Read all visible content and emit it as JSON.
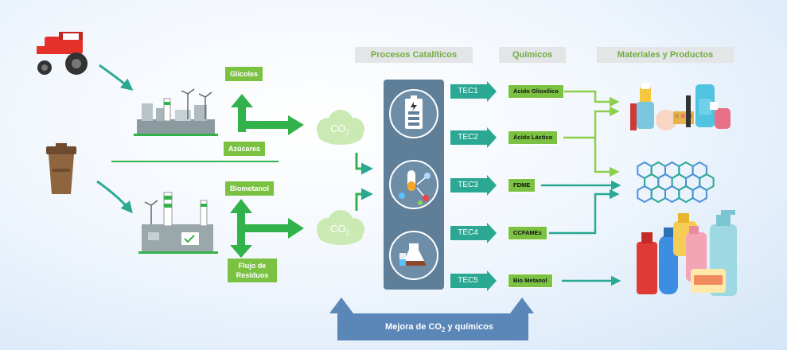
{
  "headers": {
    "procesos": "Procesos Catalíticos",
    "quimicos": "Químicos",
    "materiales": "Materiales y Productos"
  },
  "inputs": {
    "glicoles": "Glicoles",
    "azucares": "Azúcares",
    "biometanol": "Biometanol",
    "flujo": "Flujo de Residuos"
  },
  "co2": {
    "main": "CO",
    "sub": "2"
  },
  "technologies": [
    "TEC1",
    "TEC2",
    "TEC3",
    "TEC4",
    "TEC5"
  ],
  "chemicals": [
    "Ácido Glioxílico",
    "Ácido Láctico",
    "FDME",
    "CCFAMEs",
    "Bio Metanol"
  ],
  "bottom": {
    "before": "Mejora de CO",
    "sub": "2",
    "after": " y químicos"
  },
  "colors": {
    "green": "#7cc242",
    "dark_green": "#32b24a",
    "teal": "#2aa893",
    "panel": "#5f7f99",
    "feedback_arrow": "#5b86b8",
    "header_bg": "#e3e5e6",
    "header_text": "#71ad43"
  }
}
